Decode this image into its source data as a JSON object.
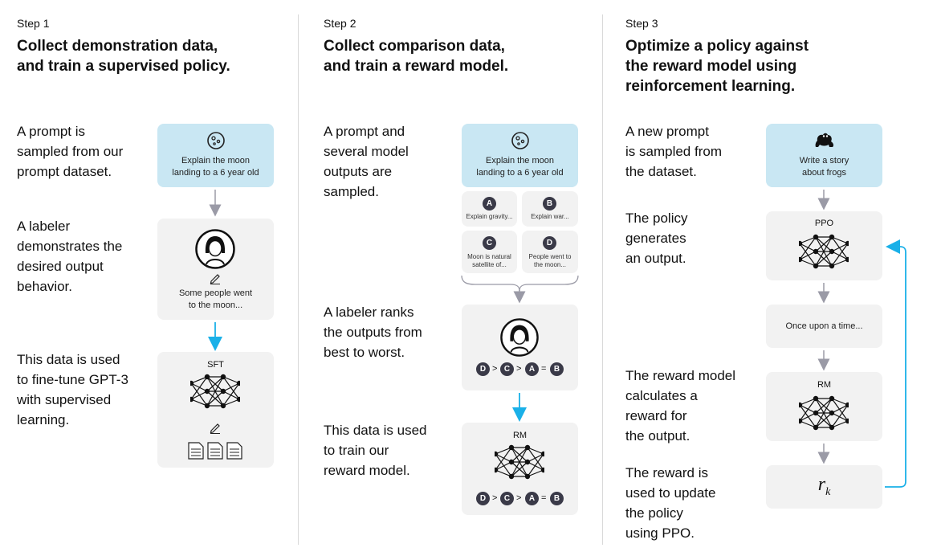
{
  "step1": {
    "label": "Step 1",
    "title_line1": "Collect demonstration data,",
    "title_line2": "and train a supervised policy.",
    "desc1": [
      "A prompt is",
      "sampled from our",
      "prompt dataset."
    ],
    "desc2": [
      "A labeler",
      "demonstrates the",
      "desired output",
      "behavior."
    ],
    "desc3": [
      "This data is used",
      "to fine-tune GPT-3",
      "with supervised",
      "learning."
    ],
    "prompt_line1": "Explain the moon",
    "prompt_line2": "landing to a 6 year old",
    "demo_line1": "Some people went",
    "demo_line2": "to the moon...",
    "model_label": "SFT"
  },
  "step2": {
    "label": "Step 2",
    "title_line1": "Collect comparison data,",
    "title_line2": "and train a reward model.",
    "desc1": [
      "A prompt and",
      "several model",
      "outputs are",
      "sampled."
    ],
    "desc2": [
      "A labeler ranks",
      "the outputs from",
      "best to worst."
    ],
    "desc3": [
      "This data is used",
      "to train our",
      "reward model."
    ],
    "prompt_line1": "Explain the moon",
    "prompt_line2": "landing to a 6 year old",
    "outputs": [
      {
        "letter": "A",
        "line1": "Explain gravity...",
        "line2": ""
      },
      {
        "letter": "B",
        "line1": "Explain war...",
        "line2": ""
      },
      {
        "letter": "C",
        "line1": "Moon is natural",
        "line2": "satellite of..."
      },
      {
        "letter": "D",
        "line1": "People went to",
        "line2": "the moon..."
      }
    ],
    "ranking": [
      "D",
      ">",
      "C",
      ">",
      "A",
      "=",
      "B"
    ],
    "model_label": "RM"
  },
  "step3": {
    "label": "Step 3",
    "title_line1": "Optimize a policy against",
    "title_line2": "the reward model using",
    "title_line3": "reinforcement learning.",
    "desc1": [
      "A new prompt",
      "is sampled from",
      "the dataset."
    ],
    "desc2": [
      "The policy",
      "generates",
      "an output."
    ],
    "desc3": [
      "The reward model",
      "calculates a",
      "reward for",
      "the output."
    ],
    "desc4": [
      "The reward is",
      "used to update",
      "the policy",
      "using PPO."
    ],
    "prompt_line1": "Write a story",
    "prompt_line2": "about frogs",
    "policy_label": "PPO",
    "output_text": "Once upon a time...",
    "rm_label": "RM",
    "reward_symbol": "r",
    "reward_sub": "k"
  },
  "colors": {
    "prompt_box": "#c9e7f3",
    "gray_box": "#f2f2f2",
    "gray_arrow": "#9a9aa6",
    "blue_arrow": "#1ab0e8",
    "dark_circle": "#3a3a48"
  },
  "icons": [
    "moon-icon",
    "labeler-avatar-icon",
    "pencil-icon",
    "neural-network-icon",
    "document-icon",
    "frog-icon"
  ]
}
